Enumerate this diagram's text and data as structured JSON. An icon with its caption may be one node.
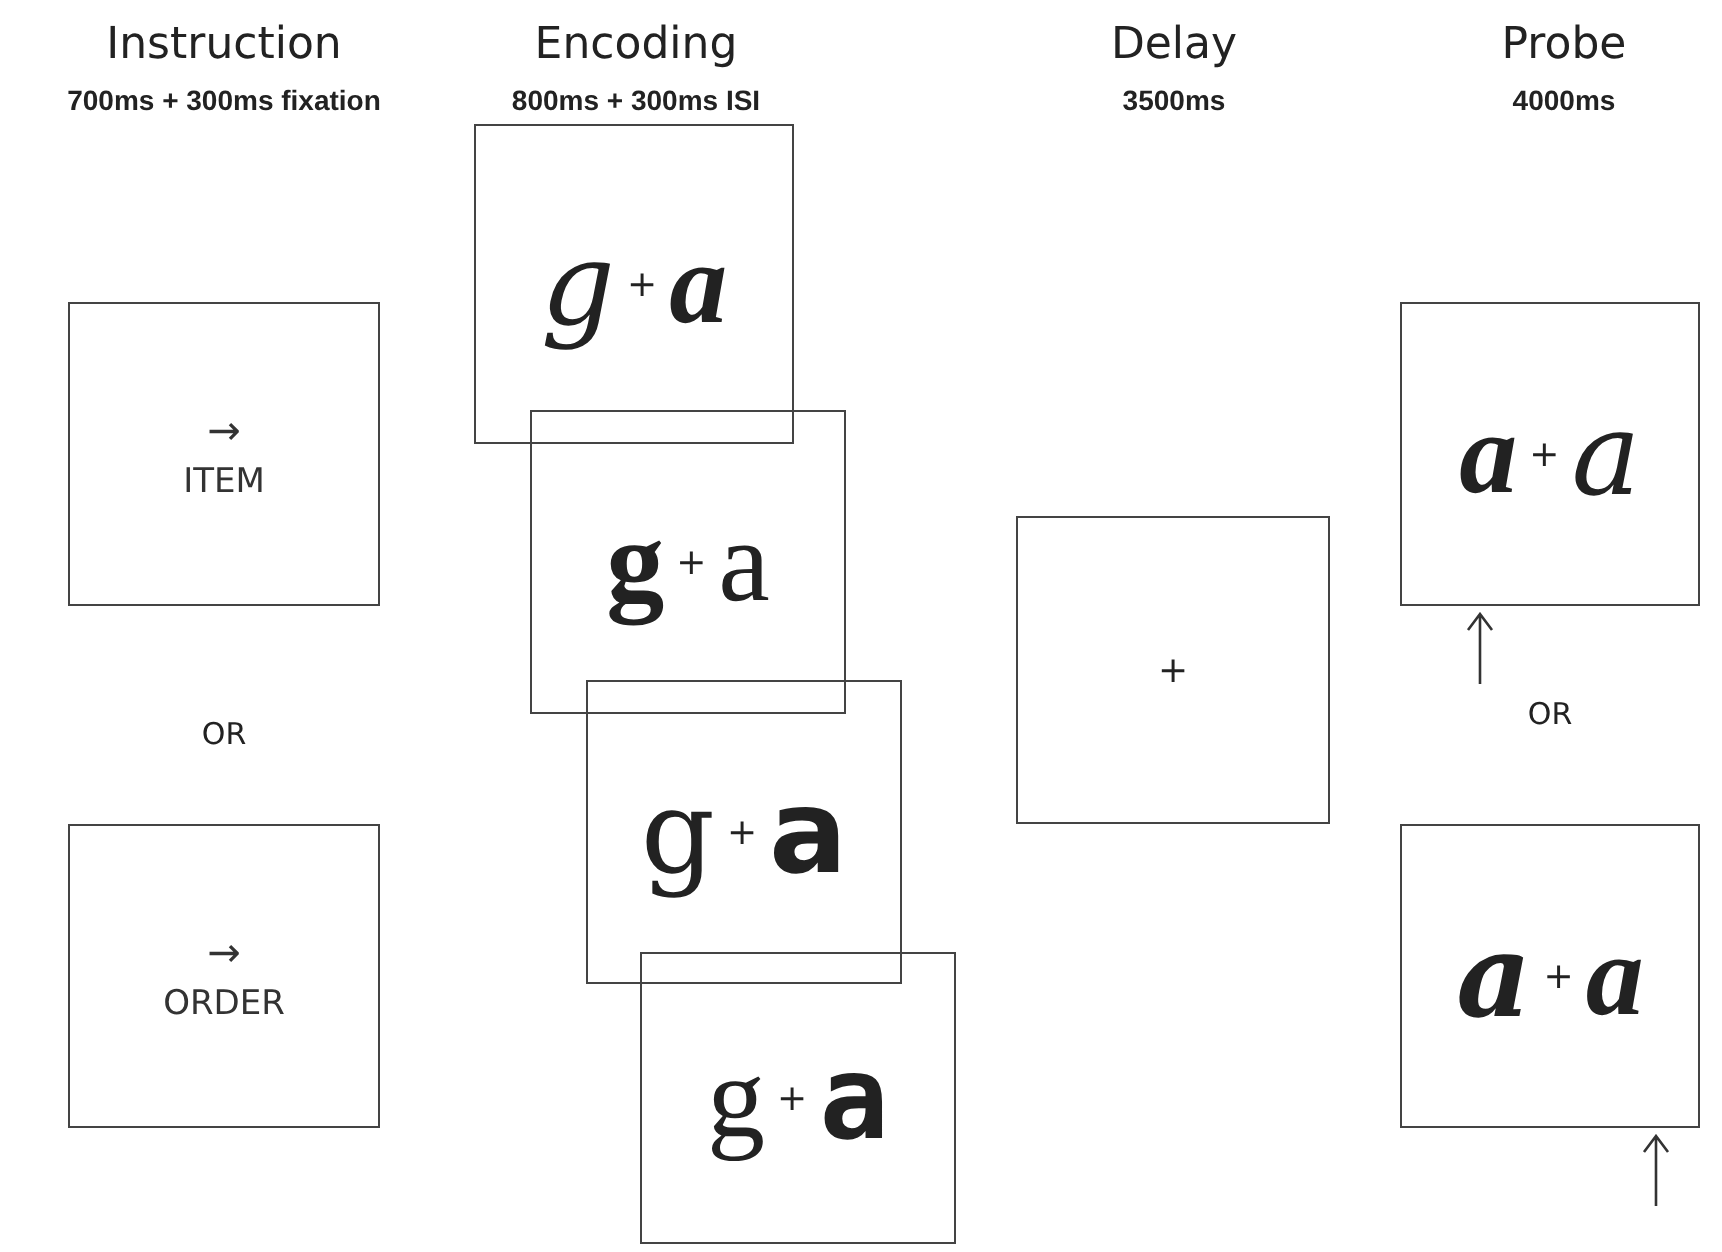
{
  "diagram": {
    "nodes": [
      {
        "text": [
          "→",
          "ITEM"
        ]
      },
      {
        "text": [
          "→",
          "ORDER"
        ]
      },
      {
        "text": [
          "g",
          "+",
          "a"
        ]
      },
      {
        "text": [
          "g",
          "+",
          "a"
        ]
      },
      {
        "text": [
          "g",
          "+",
          "a"
        ]
      },
      {
        "text": [
          "g",
          "+",
          "a"
        ]
      },
      {
        "text": [
          "+"
        ]
      },
      {
        "text": [
          "a",
          "+",
          "a"
        ]
      },
      {
        "text": [
          "a",
          "+",
          "a"
        ]
      }
    ],
    "edges": [],
    "labels": [
      "Instruction",
      "Encoding",
      "Delay",
      "Probe",
      "700ms + 300ms fixation",
      "800ms + 300ms ISI",
      "3500ms",
      "4000ms",
      "OR",
      "OR"
    ]
  }
}
